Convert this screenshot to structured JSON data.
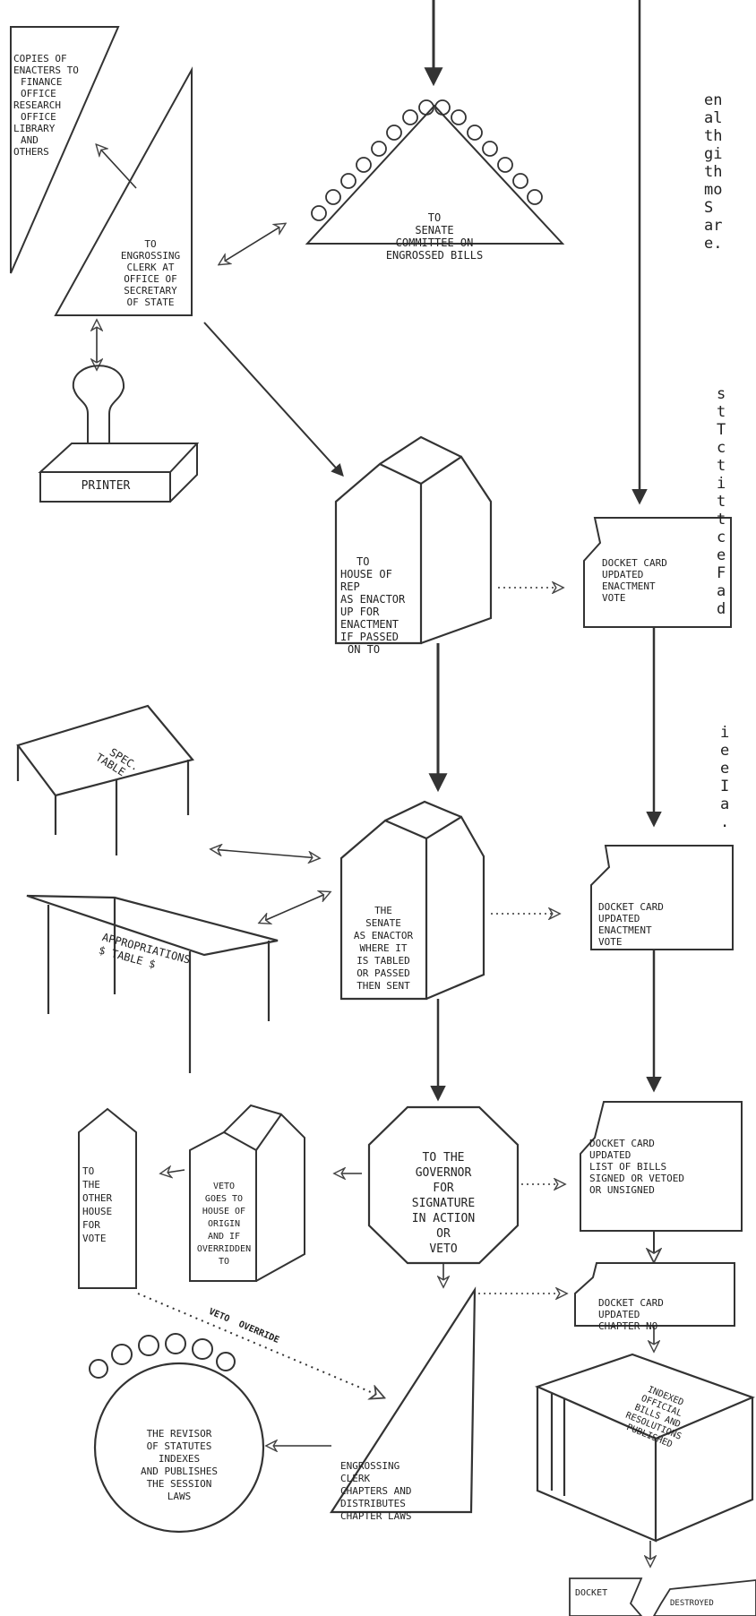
{
  "copies_label": [
    "COPIES OF",
    "ENACTERS TO",
    "FINANCE",
    "OFFICE",
    "RESEARCH",
    "OFFICE",
    "LIBRARY",
    "AND",
    "OTHERS"
  ],
  "engrossing_clerk_label": [
    "TO",
    "ENGROSSING",
    "CLERK AT",
    "OFFICE OF",
    "SECRETARY",
    "OF STATE"
  ],
  "printer_label": "PRINTER",
  "senate_committee_label": [
    "TO",
    "SENATE",
    "COMMITTEE ON",
    "ENGROSSED BILLS"
  ],
  "house_enactor_label": [
    "TO",
    "HOUSE OF",
    "REP",
    "AS ENACTOR",
    "UP FOR",
    "ENACTMENT",
    "IF PASSED",
    "ON TO"
  ],
  "docket_enactment_1": [
    "DOCKET CARD",
    "UPDATED",
    "ENACTMENT",
    "VOTE"
  ],
  "special_table_label": [
    "SPEC.",
    "TABLE"
  ],
  "appropriations_table_label": [
    "APPROPRIATIONS",
    "$ TABLE $"
  ],
  "senate_enactor_label": [
    "THE",
    "SENATE",
    "AS ENACTOR",
    "WHERE IT",
    "IS TABLED",
    "OR PASSED",
    "THEN SENT"
  ],
  "docket_enactment_2": [
    "DOCKET CARD",
    "UPDATED",
    "ENACTMENT",
    "VOTE"
  ],
  "governor_label": [
    "TO THE",
    "GOVERNOR",
    "FOR",
    "SIGNATURE",
    "IN ACTION",
    "OR",
    "VETO"
  ],
  "docket_signed": [
    "DOCKET CARD",
    "UPDATED",
    "LIST OF BILLS",
    "SIGNED OR VETOED",
    "OR UNSIGNED"
  ],
  "veto_house_label": [
    "VETO",
    "GOES TO",
    "HOUSE OF",
    "ORIGIN",
    "AND IF",
    "OVERRIDDEN",
    "TO"
  ],
  "other_house_label": [
    "TO",
    "THE",
    "OTHER",
    "HOUSE",
    "FOR",
    "VOTE"
  ],
  "veto_override_label": "VETO  OVERRIDE",
  "docket_chapter": [
    "DOCKET CARD",
    "UPDATED",
    "CHAPTER NO"
  ],
  "book_label": [
    "INDEXED",
    "OFFICIAL",
    "BILLS AND",
    "RESOLUTIONS",
    "PUBLISHED"
  ],
  "engrossing_chapters_label": [
    "ENGROSSING",
    "CLERK",
    "CHAPTERS AND",
    "DISTRIBUTES",
    "CHAPTER LAWS"
  ],
  "revisor_label": [
    "THE REVISOR",
    "OF STATUTES",
    "INDEXES",
    "AND PUBLISHES",
    "THE SESSION",
    "LAWS"
  ],
  "final_docket_label": "DOCKET",
  "final_destroyed_label": "DESTROYED",
  "side_text_top": [
    "en",
    "al",
    "th",
    "gi",
    "th",
    "mo",
    "S",
    "ar",
    "e."
  ],
  "side_text_mid": [
    "s",
    "t",
    "T",
    "c",
    "t",
    "i",
    "t",
    "t",
    "c",
    "e",
    "F",
    "a",
    "d"
  ],
  "side_text_bot": [
    "i",
    "e",
    "e",
    "I",
    "a",
    "."
  ]
}
